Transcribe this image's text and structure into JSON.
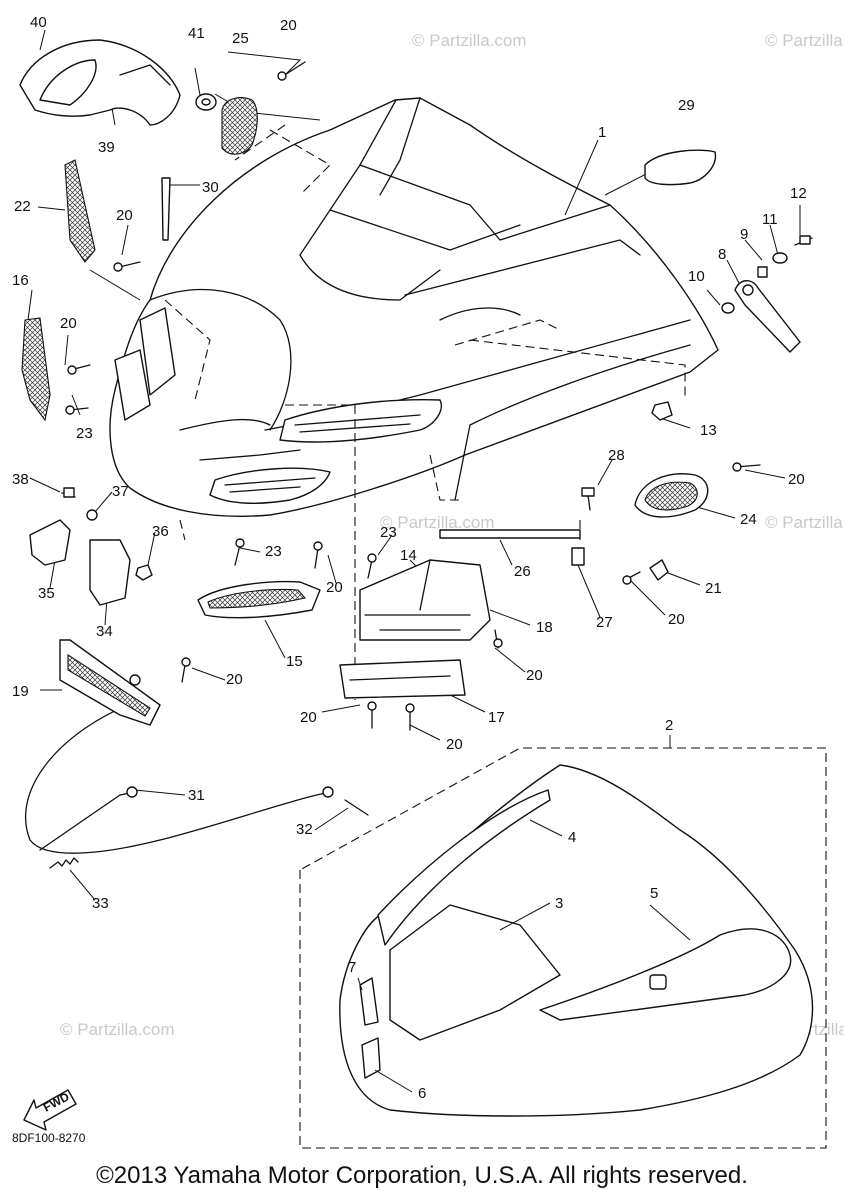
{
  "diagram": {
    "copyright": "©2013 Yamaha Motor Corporation, U.S.A. All rights reserved.",
    "drawing_code": "8DF100-8270",
    "fwd_label": "FWD",
    "watermark": "© Partzilla.com"
  },
  "callouts": [
    {
      "id": "c40",
      "text": "40"
    },
    {
      "id": "c41",
      "text": "41"
    },
    {
      "id": "c25",
      "text": "25"
    },
    {
      "id": "c20a",
      "text": "20"
    },
    {
      "id": "c39",
      "text": "39"
    },
    {
      "id": "c29",
      "text": "29"
    },
    {
      "id": "c1",
      "text": "1"
    },
    {
      "id": "c30",
      "text": "30"
    },
    {
      "id": "c22",
      "text": "22"
    },
    {
      "id": "c20b",
      "text": "20"
    },
    {
      "id": "c12",
      "text": "12"
    },
    {
      "id": "c9",
      "text": "9"
    },
    {
      "id": "c11",
      "text": "11"
    },
    {
      "id": "c8",
      "text": "8"
    },
    {
      "id": "c10",
      "text": "10"
    },
    {
      "id": "c16",
      "text": "16"
    },
    {
      "id": "c20c",
      "text": "20"
    },
    {
      "id": "c13",
      "text": "13"
    },
    {
      "id": "c23a",
      "text": "23"
    },
    {
      "id": "c28",
      "text": "28"
    },
    {
      "id": "c20d",
      "text": "20"
    },
    {
      "id": "c38",
      "text": "38"
    },
    {
      "id": "c37",
      "text": "37"
    },
    {
      "id": "c24",
      "text": "24"
    },
    {
      "id": "c36",
      "text": "36"
    },
    {
      "id": "c23b",
      "text": "23"
    },
    {
      "id": "c23c",
      "text": "23"
    },
    {
      "id": "c14",
      "text": "14"
    },
    {
      "id": "c35",
      "text": "35"
    },
    {
      "id": "c20e",
      "text": "20"
    },
    {
      "id": "c26",
      "text": "26"
    },
    {
      "id": "c21",
      "text": "21"
    },
    {
      "id": "c34",
      "text": "34"
    },
    {
      "id": "c18",
      "text": "18"
    },
    {
      "id": "c27",
      "text": "27"
    },
    {
      "id": "c20f",
      "text": "20"
    },
    {
      "id": "c15",
      "text": "15"
    },
    {
      "id": "c20g",
      "text": "20"
    },
    {
      "id": "c19",
      "text": "19"
    },
    {
      "id": "c20h",
      "text": "20"
    },
    {
      "id": "c17",
      "text": "17"
    },
    {
      "id": "c20i",
      "text": "20"
    },
    {
      "id": "c20j",
      "text": "20"
    },
    {
      "id": "c2",
      "text": "2"
    },
    {
      "id": "c31",
      "text": "31"
    },
    {
      "id": "c4",
      "text": "4"
    },
    {
      "id": "c32",
      "text": "32"
    },
    {
      "id": "c33",
      "text": "33"
    },
    {
      "id": "c3",
      "text": "3"
    },
    {
      "id": "c5",
      "text": "5"
    },
    {
      "id": "c7",
      "text": "7"
    },
    {
      "id": "c6",
      "text": "6"
    }
  ]
}
